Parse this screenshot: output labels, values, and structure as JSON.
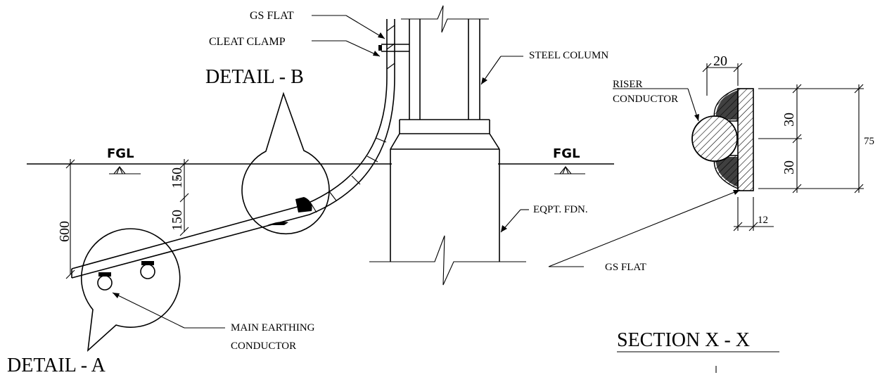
{
  "labels": {
    "gs_flat_top": "GS FLAT",
    "cleat_clamp": "CLEAT CLAMP",
    "detail_b": "DETAIL - B",
    "steel_column": "STEEL COLUMN",
    "fgl_left": "FGL",
    "fgl_right": "FGL",
    "eqpt_fdn": "EQPT. FDN.",
    "gs_flat_bottom": "GS FLAT",
    "main_earthing_line1": "MAIN EARTHING",
    "main_earthing_line2": "CONDUCTOR",
    "detail_a": "DETAIL - A",
    "riser_line1": "RISER",
    "riser_line2": "CONDUCTOR",
    "section_title": "SECTION X - X"
  },
  "dimensions": {
    "depth_600": "600",
    "depth_150_lower": "150",
    "depth_150_upper": "150",
    "width_20": "20",
    "height_30_upper": "30",
    "height_30_lower": "30",
    "height_75": "75",
    "thickness_12": "12"
  },
  "colors": {
    "ink": "#000000",
    "background": "#ffffff"
  }
}
